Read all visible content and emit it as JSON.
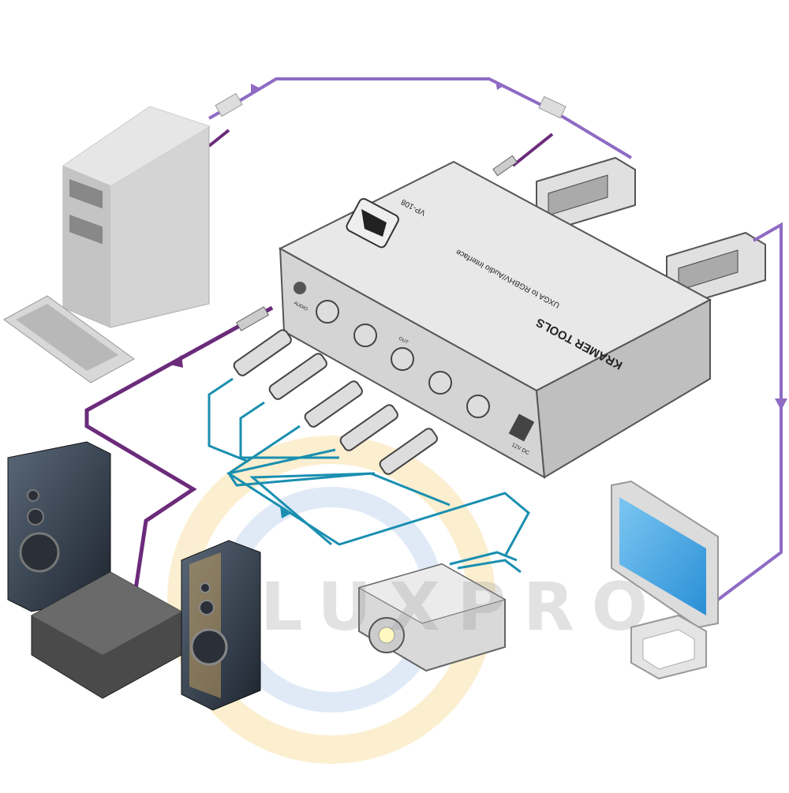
{
  "diagram": {
    "title": "Kramer VP-108 UXGA to RGBHV/Audio Interface connection diagram",
    "device": {
      "brand": "KRAMER TOOLS",
      "model": "VP-108",
      "description": "UXGA to RGBHV/Audio Interface",
      "ports": {
        "audio_label": "AUDIO",
        "out_label": "OUT",
        "power_label": "12V DC"
      }
    },
    "components": [
      {
        "id": "pc",
        "label": "Computer tower with keyboard"
      },
      {
        "id": "speaker-left",
        "label": "Speaker"
      },
      {
        "id": "speaker-right",
        "label": "Speaker"
      },
      {
        "id": "amplifier",
        "label": "Audio amplifier"
      },
      {
        "id": "projector",
        "label": "Projector"
      },
      {
        "id": "monitor",
        "label": "Monitor"
      }
    ],
    "cables": [
      {
        "from": "pc",
        "to": "vp-108",
        "type": "VGA + audio",
        "color": "#8e6bc4"
      },
      {
        "from": "vp-108",
        "to": "monitor",
        "type": "VGA loop",
        "color": "#8e6bc4"
      },
      {
        "from": "vp-108",
        "to": "amplifier",
        "type": "audio",
        "color": "#6b2b7a"
      },
      {
        "from": "vp-108",
        "to": "projector",
        "type": "RGBHV (5 BNC)",
        "color": "#1a8fb0"
      }
    ],
    "colors": {
      "vga_cable": "#8e6bc4",
      "audio_cable": "#6b2b7a",
      "bnc_cable": "#1a8fb0",
      "device_body": "#d6d6d6",
      "monitor_screen": "#3aa3e0"
    },
    "watermark": "LUXPRO"
  }
}
